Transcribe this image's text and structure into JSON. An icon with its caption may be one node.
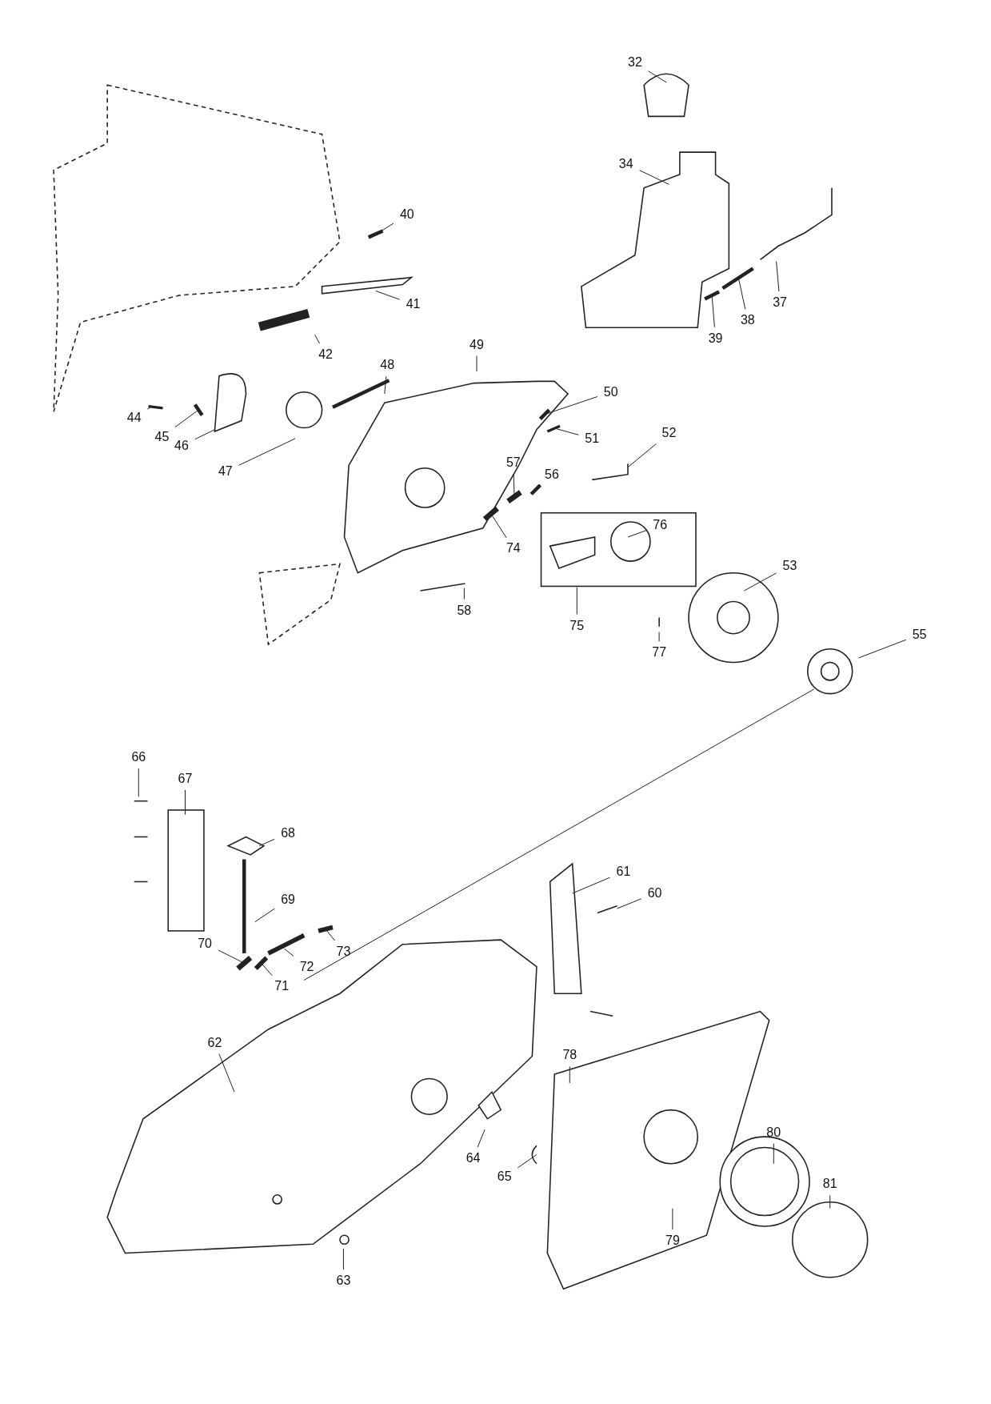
{
  "diagram": {
    "nodes": [
      {
        "text": [
          "32"
        ]
      },
      {
        "text": [
          "34"
        ]
      },
      {
        "text": [
          "40"
        ]
      },
      {
        "text": [
          "41"
        ]
      },
      {
        "text": [
          "37"
        ]
      },
      {
        "text": [
          "38"
        ]
      },
      {
        "text": [
          "39"
        ]
      },
      {
        "text": [
          "42"
        ]
      },
      {
        "text": [
          "49"
        ]
      },
      {
        "text": [
          "48"
        ]
      },
      {
        "text": [
          "50"
        ]
      },
      {
        "text": [
          "44"
        ]
      },
      {
        "text": [
          "45"
        ]
      },
      {
        "text": [
          "46"
        ]
      },
      {
        "text": [
          "51"
        ]
      },
      {
        "text": [
          "52"
        ]
      },
      {
        "text": [
          "47"
        ]
      },
      {
        "text": [
          "57"
        ]
      },
      {
        "text": [
          "56"
        ]
      },
      {
        "text": [
          "76"
        ]
      },
      {
        "text": [
          "74"
        ]
      },
      {
        "text": [
          "53"
        ]
      },
      {
        "text": [
          "58"
        ]
      },
      {
        "text": [
          "75"
        ]
      },
      {
        "text": [
          "77"
        ]
      },
      {
        "text": [
          "55"
        ]
      },
      {
        "text": [
          "66"
        ]
      },
      {
        "text": [
          "67"
        ]
      },
      {
        "text": [
          "68"
        ]
      },
      {
        "text": [
          "61"
        ]
      },
      {
        "text": [
          "60"
        ]
      },
      {
        "text": [
          "69"
        ]
      },
      {
        "text": [
          "73"
        ]
      },
      {
        "text": [
          "70"
        ]
      },
      {
        "text": [
          "72"
        ]
      },
      {
        "text": [
          "71"
        ]
      },
      {
        "text": [
          "62"
        ]
      },
      {
        "text": [
          "78"
        ]
      },
      {
        "text": [
          "80"
        ]
      },
      {
        "text": [
          "81"
        ]
      },
      {
        "text": [
          "64"
        ]
      },
      {
        "text": [
          "65"
        ]
      },
      {
        "text": [
          "79"
        ]
      },
      {
        "text": [
          "63"
        ]
      }
    ],
    "edges": [
      {
        "from": 0,
        "to": null,
        "arrow": "none"
      },
      {
        "from": 1,
        "to": null,
        "arrow": "none"
      },
      {
        "from": 2,
        "to": null,
        "arrow": "none"
      },
      {
        "from": 3,
        "to": null,
        "arrow": "none"
      },
      {
        "from": 4,
        "to": null,
        "arrow": "none"
      },
      {
        "from": 5,
        "to": null,
        "arrow": "none"
      },
      {
        "from": 6,
        "to": null,
        "arrow": "none"
      },
      {
        "from": 7,
        "to": null,
        "arrow": "none"
      },
      {
        "from": 8,
        "to": null,
        "arrow": "none"
      },
      {
        "from": 9,
        "to": null,
        "arrow": "none"
      },
      {
        "from": 10,
        "to": null,
        "arrow": "none"
      },
      {
        "from": 11,
        "to": null,
        "arrow": "none"
      },
      {
        "from": 12,
        "to": null,
        "arrow": "none"
      },
      {
        "from": 13,
        "to": null,
        "arrow": "none"
      },
      {
        "from": 14,
        "to": null,
        "arrow": "none"
      },
      {
        "from": 15,
        "to": null,
        "arrow": "none"
      },
      {
        "from": 16,
        "to": null,
        "arrow": "none"
      },
      {
        "from": 17,
        "to": null,
        "arrow": "none"
      },
      {
        "from": 18,
        "to": null,
        "arrow": "none"
      },
      {
        "from": 19,
        "to": null,
        "arrow": "none"
      },
      {
        "from": 20,
        "to": null,
        "arrow": "none"
      },
      {
        "from": 21,
        "to": null,
        "arrow": "none"
      },
      {
        "from": 22,
        "to": null,
        "arrow": "none"
      },
      {
        "from": 23,
        "to": null,
        "arrow": "none"
      },
      {
        "from": 24,
        "to": null,
        "arrow": "none"
      },
      {
        "from": 25,
        "to": null,
        "arrow": "none"
      },
      {
        "from": 26,
        "to": null,
        "arrow": "none"
      },
      {
        "from": 27,
        "to": null,
        "arrow": "none"
      },
      {
        "from": 28,
        "to": null,
        "arrow": "none"
      },
      {
        "from": 29,
        "to": null,
        "arrow": "none"
      },
      {
        "from": 30,
        "to": null,
        "arrow": "none"
      },
      {
        "from": 31,
        "to": null,
        "arrow": "none"
      },
      {
        "from": 32,
        "to": null,
        "arrow": "none"
      },
      {
        "from": 33,
        "to": null,
        "arrow": "none"
      },
      {
        "from": 34,
        "to": null,
        "arrow": "none"
      },
      {
        "from": 35,
        "to": null,
        "arrow": "none"
      },
      {
        "from": 36,
        "to": null,
        "arrow": "none"
      },
      {
        "from": 37,
        "to": null,
        "arrow": "none"
      },
      {
        "from": 38,
        "to": null,
        "arrow": "none"
      },
      {
        "from": 39,
        "to": null,
        "arrow": "none"
      },
      {
        "from": 40,
        "to": null,
        "arrow": "none"
      },
      {
        "from": 41,
        "to": null,
        "arrow": "none"
      },
      {
        "from": 42,
        "to": null,
        "arrow": "none"
      },
      {
        "from": 43,
        "to": null,
        "arrow": "none"
      }
    ]
  }
}
